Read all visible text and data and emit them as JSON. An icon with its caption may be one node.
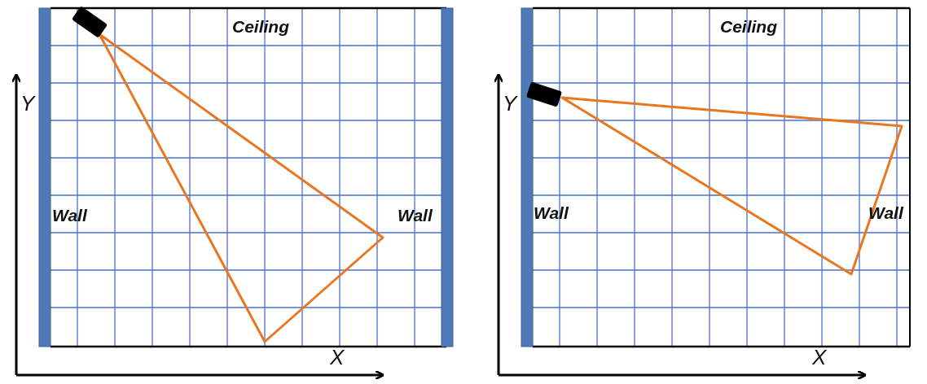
{
  "diagram": {
    "labels": [
      "Ceiling",
      "Y",
      "Wall",
      "Wall",
      "X",
      "Ceiling",
      "Y",
      "Wall",
      "Wall",
      "X"
    ]
  }
}
